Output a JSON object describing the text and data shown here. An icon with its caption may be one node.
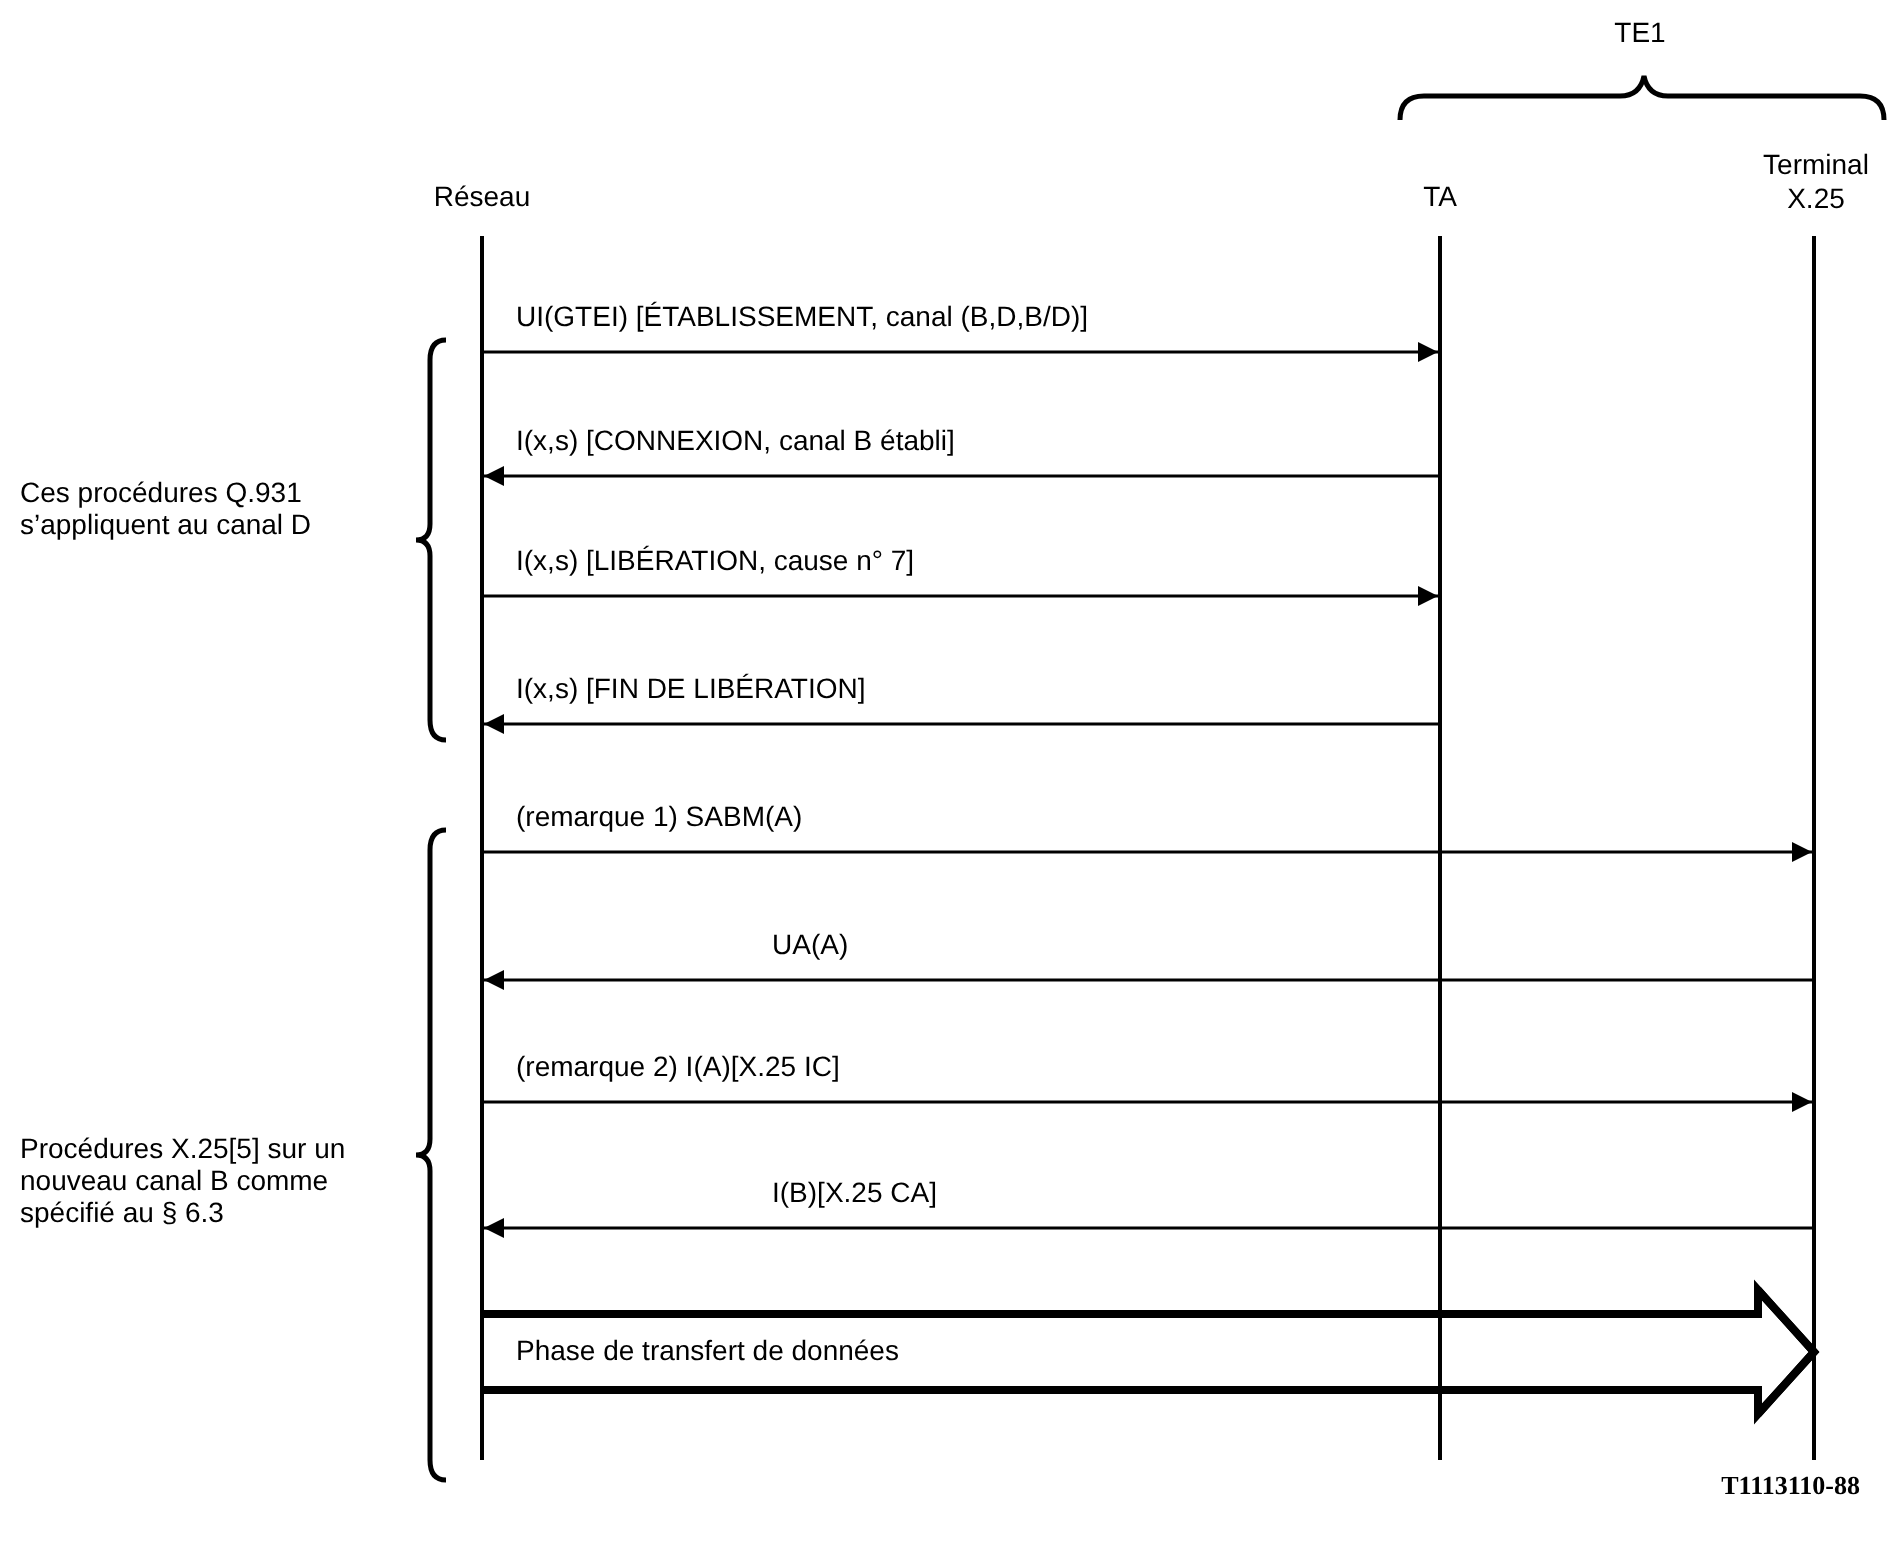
{
  "diagram": {
    "nodes": [
      {
        "text": [
          "Réseau"
        ]
      },
      {
        "text": [
          "TA"
        ]
      },
      {
        "text": [
          "Terminal X.25"
        ]
      },
      {
        "text": [],
        "shape": "bar"
      },
      {
        "text": [],
        "shape": "bar"
      },
      {
        "text": [],
        "shape": "bar"
      }
    ],
    "edges": [
      {
        "from": 3,
        "to": 4,
        "arrow": "to",
        "label": "UI(GTEI) [ÉTABLISSEMENT, canal (B,D,B/D)]"
      },
      {
        "from": 4,
        "to": 3,
        "arrow": "to",
        "label": "I(x,s) [CONNEXION, canal B établi]"
      },
      {
        "from": 3,
        "to": 4,
        "arrow": "to",
        "label": "I(x,s) [LIBÉRATION, cause n° 7]"
      },
      {
        "from": 4,
        "to": 3,
        "arrow": "to",
        "label": "I(x,s) [FIN DE LIBÉRATION]"
      },
      {
        "from": 3,
        "to": 5,
        "arrow": "to",
        "label": "(remarque 1) SABM(A)"
      },
      {
        "from": 5,
        "to": 3,
        "arrow": "to",
        "label": "UA(A)"
      },
      {
        "from": 3,
        "to": 5,
        "arrow": "to",
        "label": "(remarque 2) I(A)[X.25 IC]"
      },
      {
        "from": 5,
        "to": 3,
        "arrow": "to",
        "label": "I(B)[X.25 CA]"
      },
      {
        "from": 3,
        "to": 5,
        "arrow": "to",
        "label": "Phase de transfert de données",
        "style": "thick"
      }
    ],
    "labels": [
      "TE1",
      "Ces procédures Q.931 s’appliquent au canal D",
      "Procédures X.25[5] sur un nouveau canal B comme spécifié au § 6.3",
      "T1113110-88"
    ]
  }
}
